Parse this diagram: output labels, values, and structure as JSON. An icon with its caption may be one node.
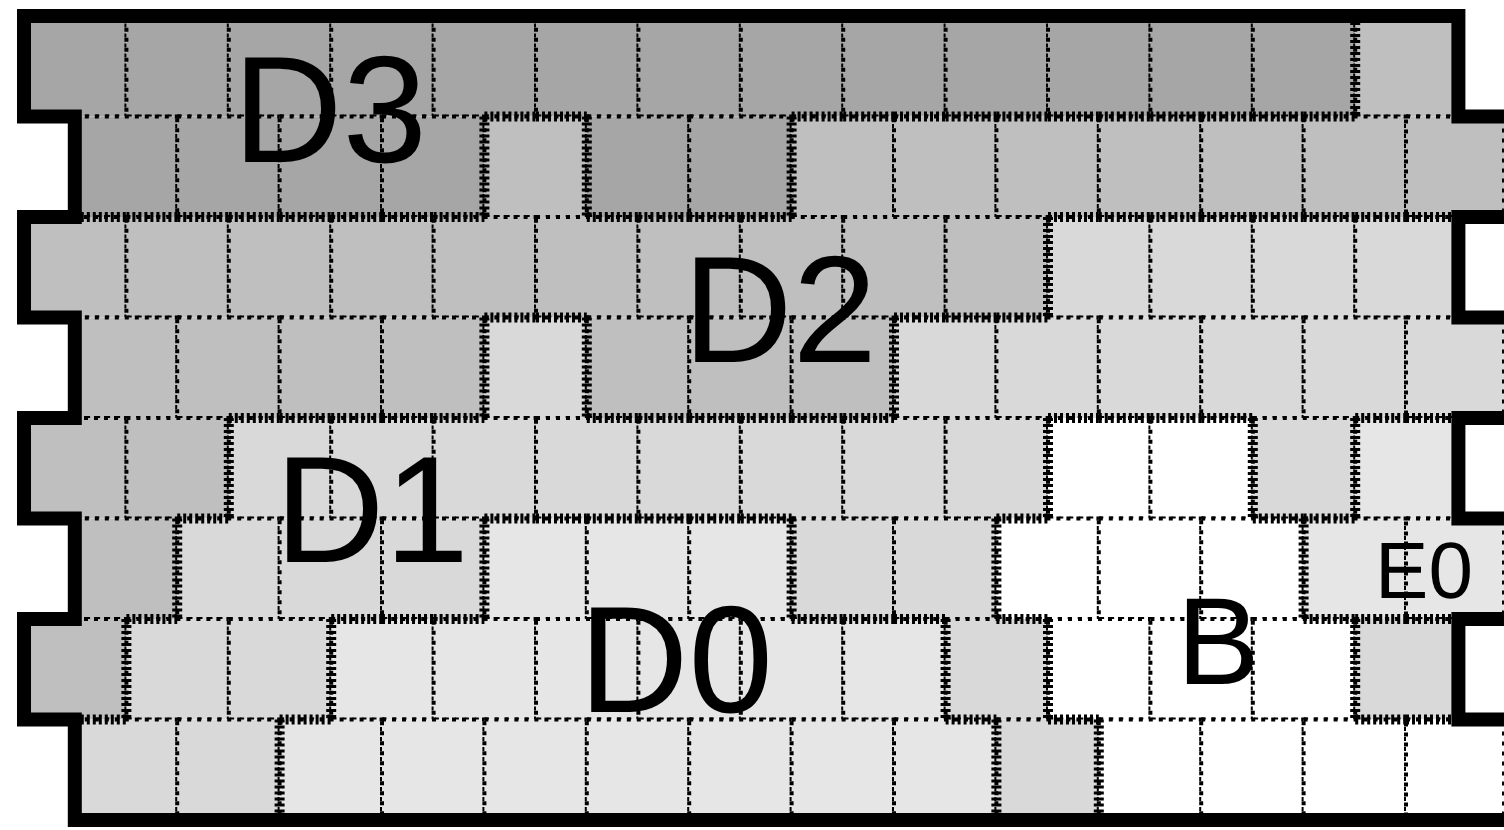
{
  "diagram": {
    "labels": [
      "D3",
      "D2",
      "D1",
      "D0",
      "B",
      "E0"
    ]
  }
}
